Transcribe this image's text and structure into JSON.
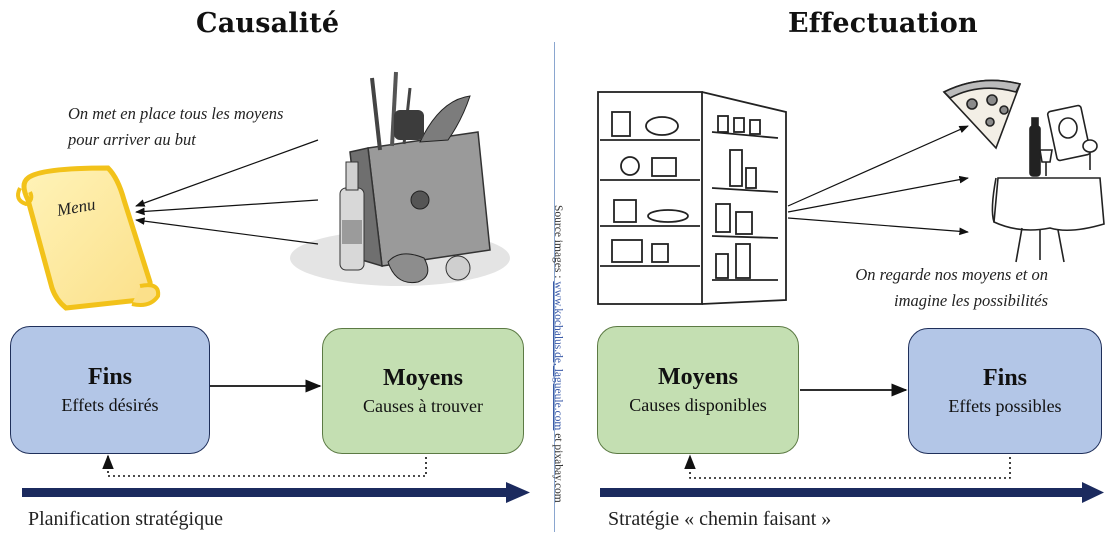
{
  "left": {
    "title": "Causalité",
    "caption_line1": "On met en place tous les moyens",
    "caption_line2": "pour arriver au but",
    "menu_label": "Menu",
    "box_left": {
      "head": "Fins",
      "sub": "Effets désirés"
    },
    "box_right": {
      "head": "Moyens",
      "sub": "Causes à trouver"
    },
    "bottom_label": "Planification stratégique"
  },
  "right": {
    "title": "Effectuation",
    "caption_line1": "On regarde nos moyens et on",
    "caption_line2": "imagine les possibilités",
    "box_left": {
      "head": "Moyens",
      "sub": "Causes disponibles"
    },
    "box_right": {
      "head": "Fins",
      "sub": "Effets possibles"
    },
    "bottom_label": "Stratégie « chemin faisant »"
  },
  "source": {
    "prefix": "Source images : ",
    "link": "www.kochalus.de, lagueule.com",
    "suffix": " et pixabay.com"
  },
  "colors": {
    "arrow_navy": "#1b2a5e",
    "box_blue": "#b3c6e7",
    "box_green": "#c4dfb2",
    "scroll_yellow": "#f7d34a"
  }
}
